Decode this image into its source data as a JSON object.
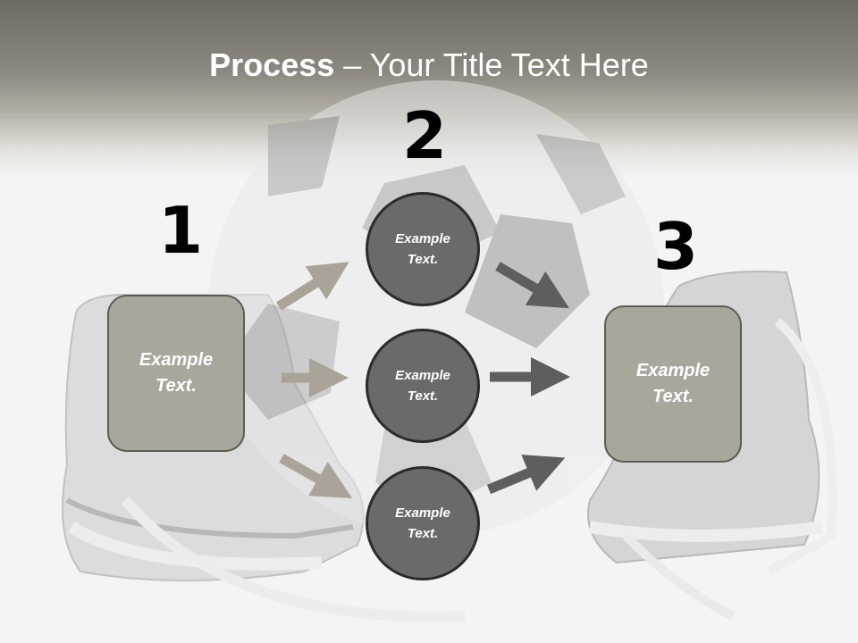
{
  "title": {
    "strong": "Process",
    "rest": " – Your Title Text Here"
  },
  "steps": [
    {
      "number": "1",
      "label": "Example Text."
    },
    {
      "number": "2",
      "labels": [
        "Example Text.",
        "Example Text.",
        "Example Text."
      ]
    },
    {
      "number": "3",
      "label": "Example Text."
    }
  ],
  "colors": {
    "box_fill": "#aaa69b",
    "circle_fill": "#6a6a6a",
    "arrow_light": "#a9a497",
    "arrow_dark": "#5e5e5e"
  }
}
